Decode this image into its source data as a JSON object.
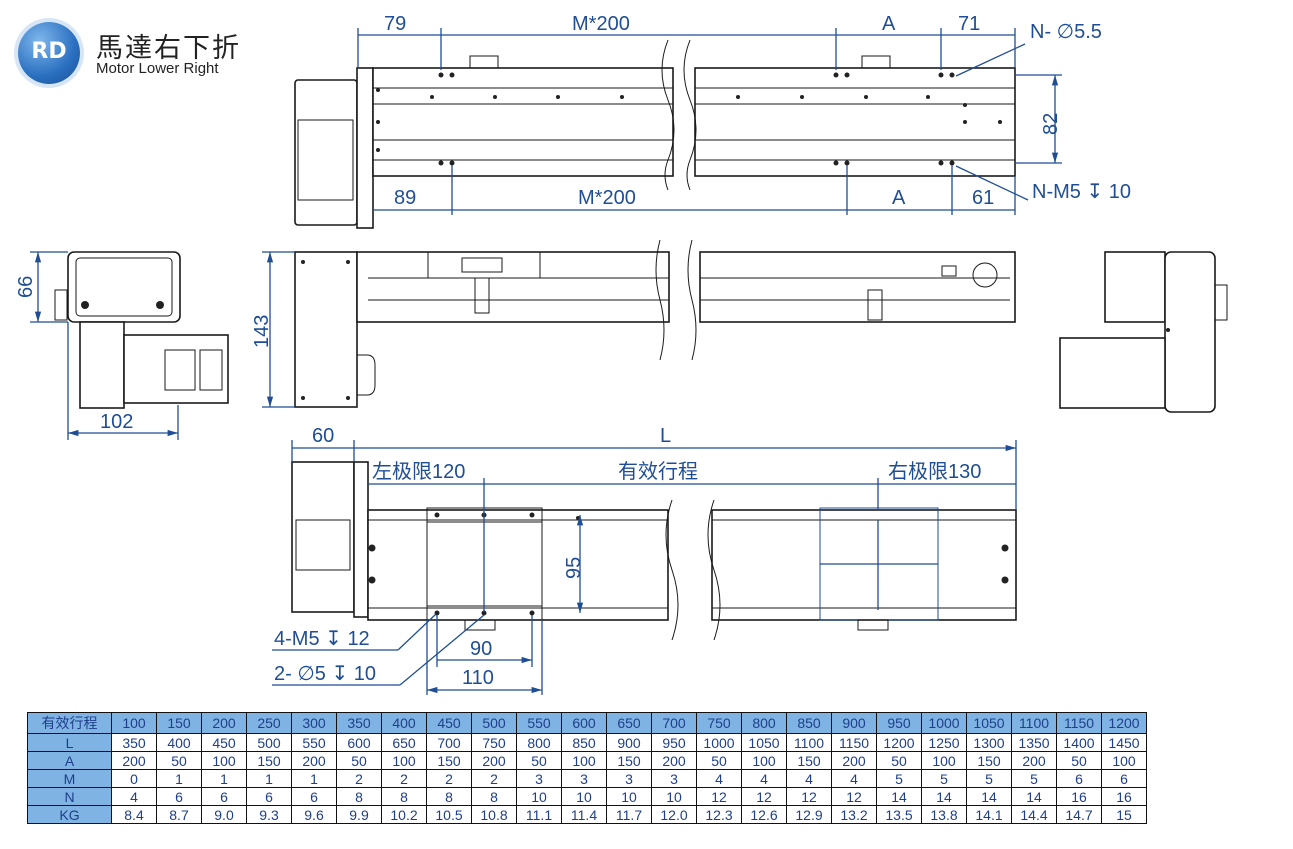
{
  "logo": {
    "badge": "RD",
    "title_cn": "馬達右下折",
    "title_en": "Motor Lower Right"
  },
  "top_view": {
    "dims_top": [
      "79",
      "M*200",
      "A",
      "71"
    ],
    "dims_bottom": [
      "89",
      "M*200",
      "A",
      "61"
    ],
    "callout_top": "N- ∅5.5",
    "callout_bottom": "N-M5 ↧ 10",
    "dim_right": "82"
  },
  "side_views": {
    "left_h": "66",
    "left_w": "102",
    "mid_h": "143"
  },
  "bottom_view": {
    "dim_60": "60",
    "dim_L": "L",
    "left_limit": "左极限120",
    "stroke_label": "有效行程",
    "right_limit": "右极限130",
    "dim_95": "95",
    "callout_1": "4-M5 ↧ 12",
    "callout_2": "2- ∅5 ↧ 10",
    "dim_90": "90",
    "dim_110": "110"
  },
  "table": {
    "rows": [
      {
        "label": "有效行程",
        "values": [
          "100",
          "150",
          "200",
          "250",
          "300",
          "350",
          "400",
          "450",
          "500",
          "550",
          "600",
          "650",
          "700",
          "750",
          "800",
          "850",
          "900",
          "950",
          "1000",
          "1050",
          "1100",
          "1150",
          "1200"
        ]
      },
      {
        "label": "L",
        "values": [
          "350",
          "400",
          "450",
          "500",
          "550",
          "600",
          "650",
          "700",
          "750",
          "800",
          "850",
          "900",
          "950",
          "1000",
          "1050",
          "1100",
          "1150",
          "1200",
          "1250",
          "1300",
          "1350",
          "1400",
          "1450"
        ]
      },
      {
        "label": "A",
        "values": [
          "200",
          "50",
          "100",
          "150",
          "200",
          "50",
          "100",
          "150",
          "200",
          "50",
          "100",
          "150",
          "200",
          "50",
          "100",
          "150",
          "200",
          "50",
          "100",
          "150",
          "200",
          "50",
          "100"
        ]
      },
      {
        "label": "M",
        "values": [
          "0",
          "1",
          "1",
          "1",
          "1",
          "2",
          "2",
          "2",
          "2",
          "3",
          "3",
          "3",
          "3",
          "4",
          "4",
          "4",
          "4",
          "5",
          "5",
          "5",
          "5",
          "6",
          "6"
        ]
      },
      {
        "label": "N",
        "values": [
          "4",
          "6",
          "6",
          "6",
          "6",
          "8",
          "8",
          "8",
          "8",
          "10",
          "10",
          "10",
          "10",
          "12",
          "12",
          "12",
          "12",
          "14",
          "14",
          "14",
          "14",
          "16",
          "16"
        ]
      },
      {
        "label": "KG",
        "values": [
          "8.4",
          "8.7",
          "9.0",
          "9.3",
          "9.6",
          "9.9",
          "10.2",
          "10.5",
          "10.8",
          "11.1",
          "11.4",
          "11.7",
          "12.0",
          "12.3",
          "12.6",
          "12.9",
          "13.2",
          "13.5",
          "13.8",
          "14.1",
          "14.4",
          "14.7",
          "15"
        ]
      }
    ]
  },
  "colors": {
    "dimension": "#1f4e96",
    "table_header": "#7fb3e3",
    "table_text": "#1f3f8a"
  }
}
